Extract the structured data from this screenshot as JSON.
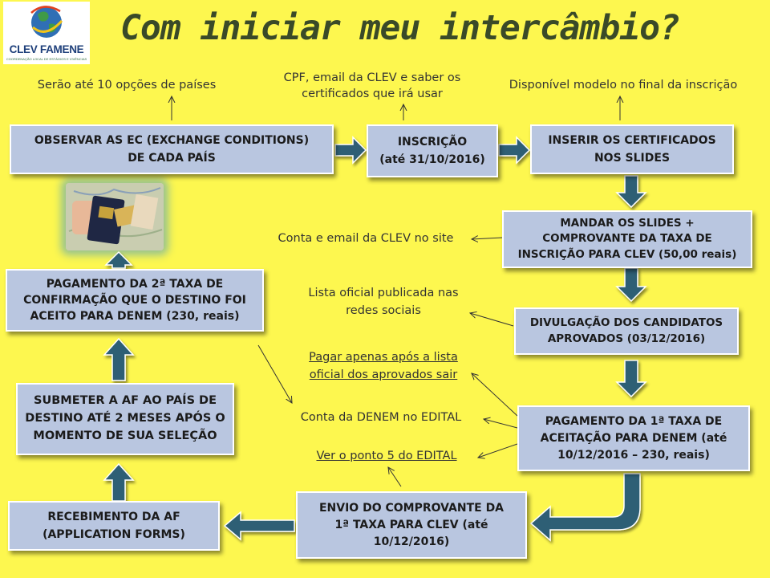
{
  "title": "Com iniciar meu intercâmbio?",
  "logo": {
    "name": "CLEV FAMENE",
    "subtitle": "COORDENAÇÃO LOCAL DE ESTÁGIOS E VIVÊNCIAS"
  },
  "colors": {
    "background": "#fdf74f",
    "box_fill": "#b9c6e0",
    "arrow": "#2e5f74",
    "title": "#3a4a28"
  },
  "steps": {
    "observar": [
      "OBSERVAR AS EC (EXCHANGE CONDITIONS)",
      "DE CADA PAÍS"
    ],
    "inscricao": [
      "INSCRIÇÃO",
      "(até 31/10/2016)"
    ],
    "inserir": [
      "INSERIR OS CERTIFICADOS",
      "NOS SLIDES"
    ],
    "mandar": [
      "MANDAR OS SLIDES +",
      "COMPROVANTE DA TAXA DE",
      "INSCRIÇÃO PARA CLEV (50,00 reais)"
    ],
    "divulgacao": [
      "DIVULGAÇÃO DOS CANDIDATOS",
      "APROVADOS (03/12/2016)"
    ],
    "pagamento1": [
      "PAGAMENTO DA 1ª TAXA DE",
      "ACEITAÇÃO  PARA DENEM (até",
      "10/12/2016 – 230, reais)"
    ],
    "envio": [
      "ENVIO DO COMPROVANTE DA",
      "1ª TAXA PARA CLEV (até",
      "10/12/2016)"
    ],
    "recebimento": [
      "RECEBIMENTO DA AF",
      "(APPLICATION FORMS)"
    ],
    "submeter": [
      "SUBMETER A AF AO PAÍS DE",
      "DESTINO ATÉ 2 MESES APÓS O",
      "MOMENTO DE SUA SELEÇÃO"
    ],
    "pagamento2": [
      "PAGAMENTO DA 2ª TAXA DE",
      "CONFIRMAÇÃO QUE O DESTINO FOI",
      "ACEITO PARA DENEM (230, reais)"
    ]
  },
  "notes": {
    "paises": [
      "Serão  até 10 opções de países"
    ],
    "cpf": [
      "CPF, email da CLEV e saber os",
      "certificados que irá usar"
    ],
    "modelo": [
      "Disponível modelo no final da inscrição"
    ],
    "conta_email": [
      "Conta e email da CLEV no site"
    ],
    "lista": [
      "Lista oficial publicada nas",
      "redes sociais"
    ],
    "pagar": [
      "Pagar apenas após a lista",
      "oficial dos aprovados sair"
    ],
    "conta_denem": [
      "Conta da DENEM no EDITAL"
    ],
    "ponto5": [
      "Ver o ponto 5 do EDITAL"
    ]
  }
}
